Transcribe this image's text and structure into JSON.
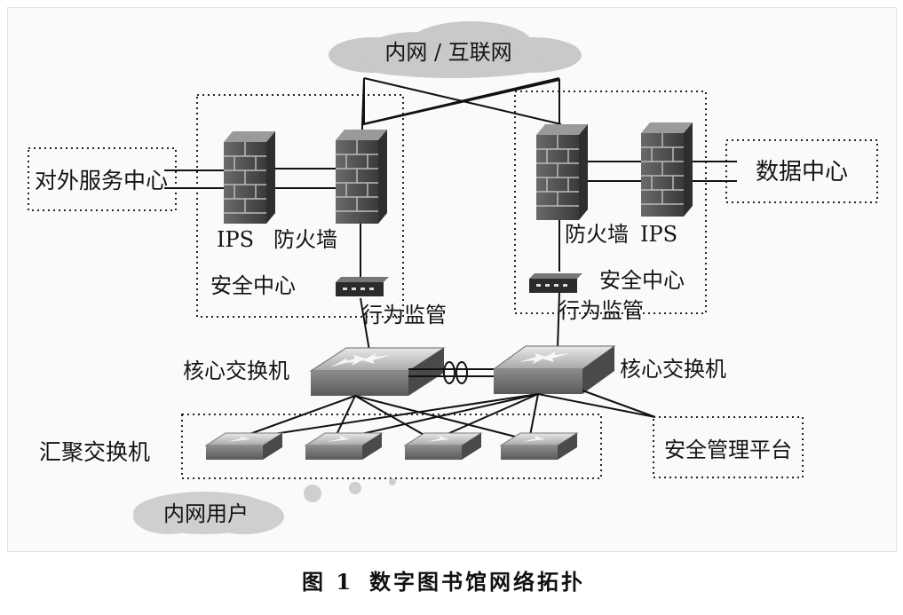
{
  "diagram": {
    "title": "内网 / 互联网",
    "zones": {
      "left_security_center": "安全中心",
      "right_security_center": "安全中心",
      "external_service_center": "对外服务中心",
      "data_center": "数据中心",
      "aggregation_switches": "汇聚交换机",
      "security_management_platform": "安全管理平台",
      "intranet_users": "内网用户"
    },
    "devices": {
      "left_ips": "IPS",
      "left_firewall": "防火墙",
      "right_firewall": "防火墙",
      "right_ips": "IPS",
      "left_behavior_monitor": "行为监管",
      "right_behavior_monitor": "行为监管",
      "left_core_switch": "核心交换机",
      "right_core_switch": "核心交换机"
    }
  },
  "caption": {
    "figure_number": "图 1",
    "text": "数字图书馆网络拓扑"
  },
  "colors": {
    "device_dark": "#3a3a3a",
    "device_light": "#8a8a8a",
    "cloud": "#c9c9c9",
    "line": "#111111"
  }
}
